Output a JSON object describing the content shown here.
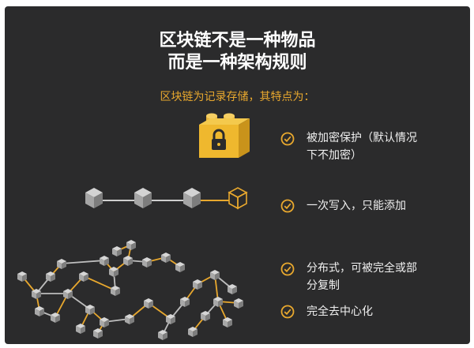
{
  "title": {
    "line1": "区块链不是一种物品",
    "line2": "而是一种架构规则"
  },
  "subtitle": "区块链为记录存储，其特点为：",
  "features": [
    {
      "line1": "被加密保护（默认情况",
      "line2": "下不加密）"
    },
    {
      "line1": "一次写入，只能添加",
      "line2": ""
    },
    {
      "line1": "分布式，可被完全或部",
      "line2": "分复制"
    },
    {
      "line1": "完全去中心化",
      "line2": ""
    }
  ],
  "icons": [
    "locked-block-icon",
    "block-chain-icon",
    "distributed-network-icon",
    "check-circle-icon"
  ],
  "colors": {
    "background": "#2b2b2c",
    "accent": "#e8a82e",
    "text": "#ffffff",
    "cube": "#8c8c8c"
  }
}
